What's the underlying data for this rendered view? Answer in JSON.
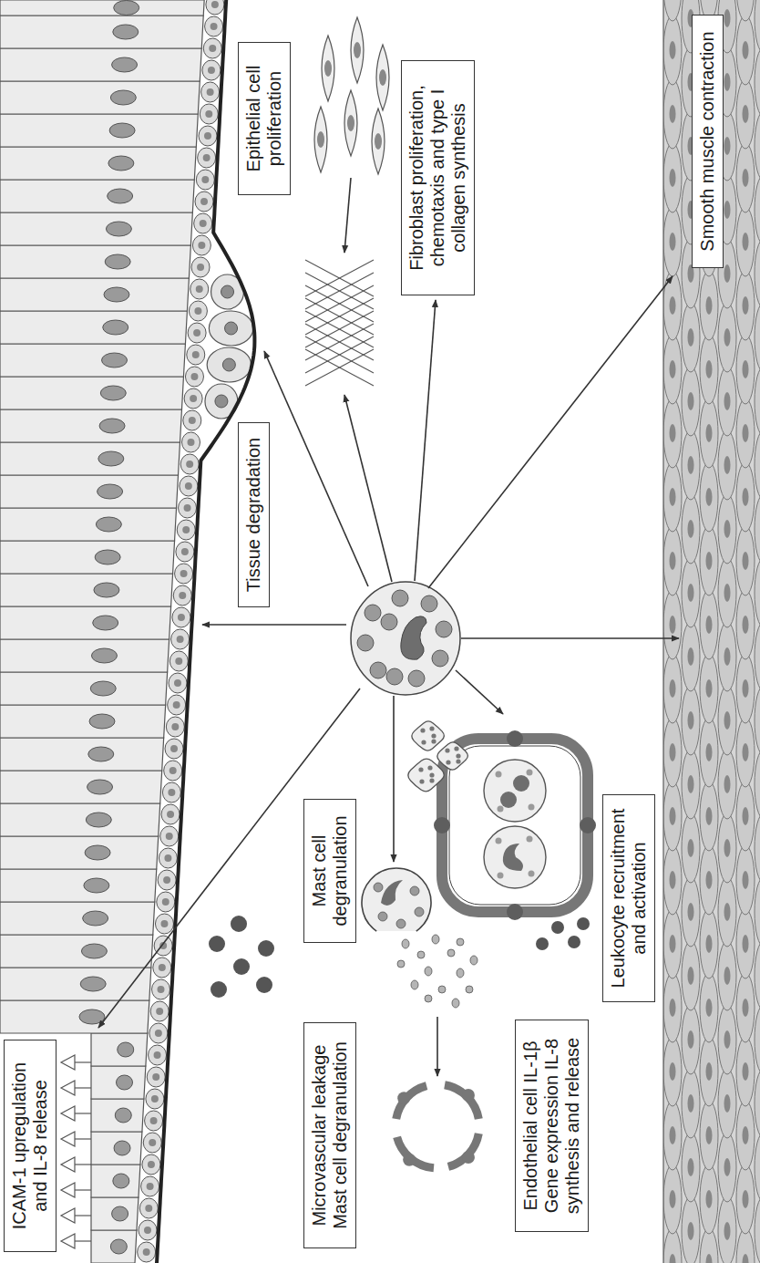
{
  "diagram": {
    "nodes": [
      {
        "text": [
          "Epithelial cell proliferation"
        ]
      },
      {
        "text": [
          "Fibroblast proliferation, chemotaxis and type I collagen synthesis"
        ]
      },
      {
        "text": [
          "Tissue degradation"
        ]
      },
      {
        "text": [
          "ICAM-1 upregulation and IL-8 release"
        ]
      },
      {
        "text": [
          "Mast cell degranulation"
        ]
      },
      {
        "text": [
          "Microvascular leakage Mast cell degranulation"
        ]
      },
      {
        "text": [
          "Endothelial cell IL-1β Gene expression IL-8 synthesis and release"
        ]
      },
      {
        "text": [
          "Leukocyte recruitment and activation"
        ]
      },
      {
        "text": [
          "Smooth muscle contraction"
        ]
      }
    ]
  }
}
